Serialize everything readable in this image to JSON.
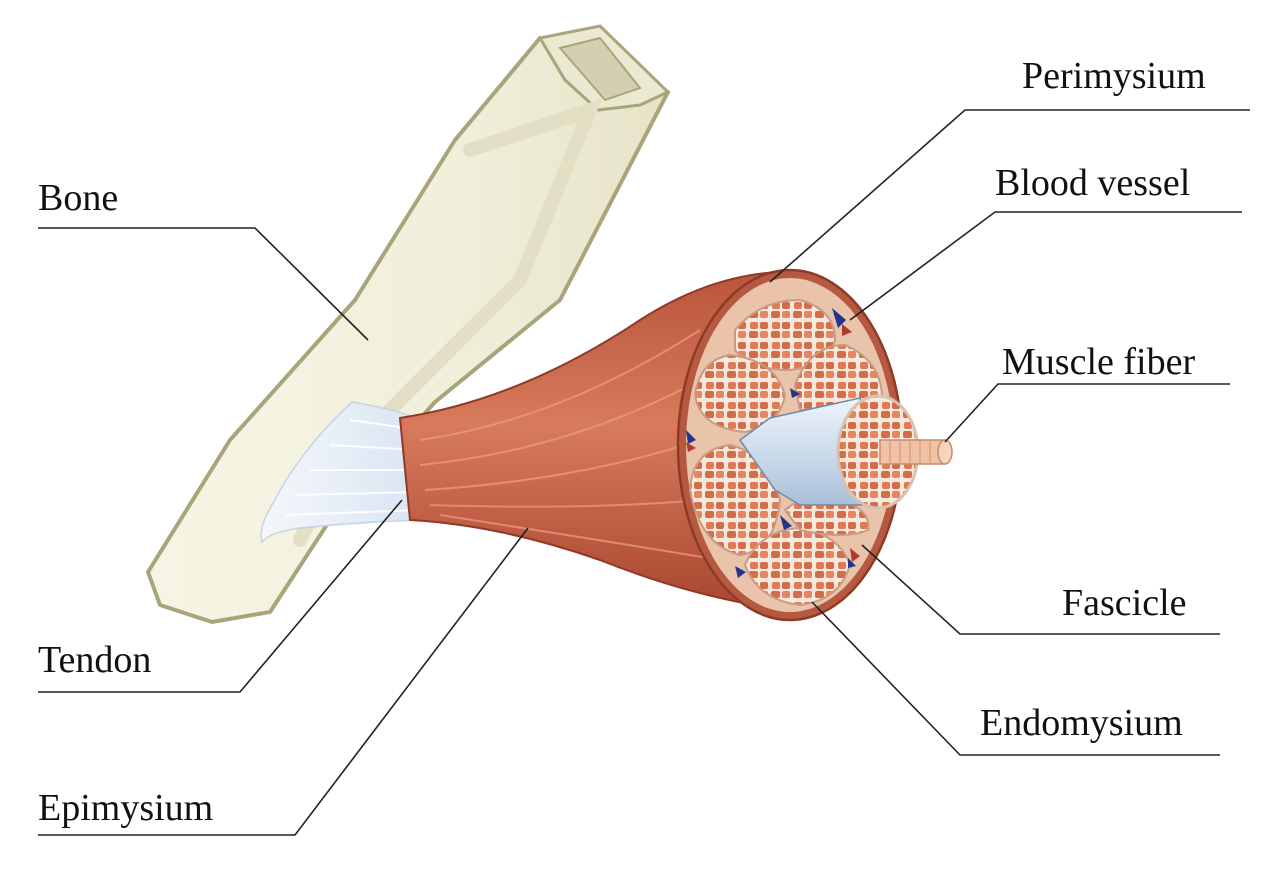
{
  "labels": {
    "bone": "Bone",
    "tendon": "Tendon",
    "epimysium": "Epimysium",
    "perimysium": "Perimysium",
    "blood_vessel": "Blood vessel",
    "muscle_fiber": "Muscle fiber",
    "fascicle": "Fascicle",
    "endomysium": "Endomysium"
  },
  "colors": {
    "bone_fill": "#f2f0dc",
    "bone_outline": "#a8a57a",
    "tendon": "#e6eef8",
    "muscle": "#cc6a4e",
    "muscle_dark": "#a9452f",
    "fascicle_fill": "#e8825f",
    "fascicle_sheath": "#f7e8dc",
    "fiber_bundle": "#dbe7f2",
    "vein": "#22368f",
    "artery": "#b03a2e"
  }
}
